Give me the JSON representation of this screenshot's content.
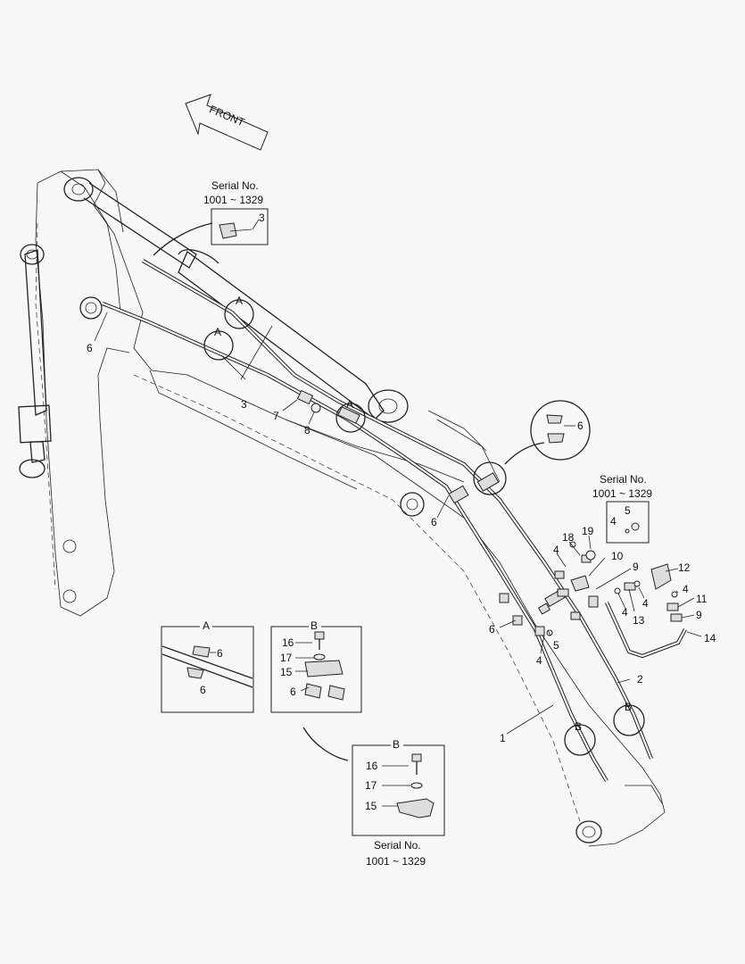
{
  "front_arrow": {
    "label": "FRONT"
  },
  "serial_note_1": {
    "line1": "Serial No.",
    "line2": "1001 ~ 1329",
    "part": "3"
  },
  "serial_note_2": {
    "line1": "Serial No.",
    "line2": "1001 ~ 1329",
    "part_a": "5",
    "part_b": "4"
  },
  "serial_note_3": {
    "line1": "Serial No.",
    "line2": "1001 ~ 1329"
  },
  "detail_a": {
    "title": "A",
    "callout_1": "6",
    "callout_2": "6"
  },
  "detail_b": {
    "title": "B",
    "callout_16": "16",
    "callout_17": "17",
    "callout_15": "15",
    "callout_6": "6"
  },
  "detail_b_serial": {
    "title": "B",
    "callout_16": "16",
    "callout_17": "17",
    "callout_15": "15"
  },
  "zoom_6": {
    "callout": "6"
  },
  "view_markers": {
    "a1": "A",
    "a2": "A",
    "a3": "A",
    "b1": "B",
    "b2": "B"
  },
  "callouts": {
    "c1": "1",
    "c2": "2",
    "c3": "3",
    "c4a": "4",
    "c4b": "4",
    "c4c": "4",
    "c4d": "4",
    "c4e": "4",
    "c5": "5",
    "c6a": "6",
    "c6b": "6",
    "c6c": "6",
    "c7": "7",
    "c8": "8",
    "c9a": "9",
    "c9b": "9",
    "c10": "10",
    "c11": "11",
    "c12": "12",
    "c13": "13",
    "c14": "14",
    "c18": "18",
    "c19": "19"
  }
}
